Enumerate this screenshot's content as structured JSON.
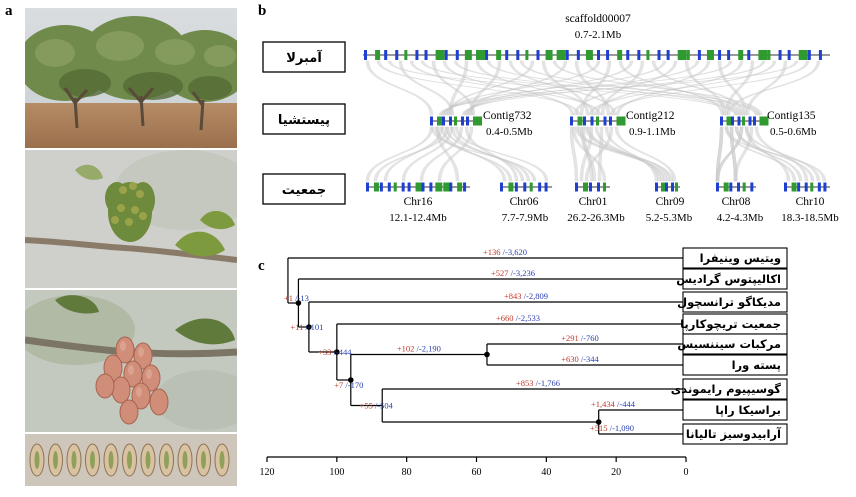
{
  "panel_a": {
    "letter": "a",
    "photos": [
      "orchard-trees",
      "flowering-branch",
      "nut-cluster",
      "dried-nuts"
    ]
  },
  "panel_b": {
    "letter": "b",
    "species_rows": [
      {
        "label": "آمبرلا"
      },
      {
        "label": "پیستشیا"
      },
      {
        "label": "جمعیت"
      }
    ],
    "top_block": {
      "name": "scaffold00007",
      "range": "0.7-2.1Mb"
    },
    "middle_blocks": [
      {
        "name": "Contig732",
        "range": "0.4-0.5Mb"
      },
      {
        "name": "Contig212",
        "range": "0.9-1.1Mb"
      },
      {
        "name": "Contig135",
        "range": "0.5-0.6Mb"
      }
    ],
    "bottom_blocks": [
      {
        "name": "Chr16",
        "range": "12.1-12.4Mb"
      },
      {
        "name": "Chr06",
        "range": "7.7-7.9Mb"
      },
      {
        "name": "Chr01",
        "range": "26.2-26.3Mb"
      },
      {
        "name": "Chr09",
        "range": "5.2-5.3Mb"
      },
      {
        "name": "Chr08",
        "range": "4.2-4.3Mb"
      },
      {
        "name": "Chr10",
        "range": "18.3-18.5Mb"
      }
    ],
    "colors": {
      "gene_blue": "#1f3fd1",
      "gene_green": "#2f9a2f",
      "link": "#cfcfcf"
    }
  },
  "panel_c": {
    "letter": "c",
    "leaves": [
      {
        "label": "ویتیس وینیفرا",
        "gain": "+136",
        "loss": "-3,620"
      },
      {
        "label": "اکالیپتوس گرادیس",
        "gain": "+527",
        "loss": "-3,236"
      },
      {
        "label": "مدیکاگو ترانسچول",
        "gain": "+843",
        "loss": "-2,809"
      },
      {
        "label": "جمعیت تریچوکارپا",
        "gain": "+660",
        "loss": "-2,533"
      },
      {
        "label": "مرکبات سیننسیس",
        "gain": "+291",
        "loss": "-760"
      },
      {
        "label": "پسته ورا",
        "gain": "+630",
        "loss": "-344"
      },
      {
        "label": "گوسیپیوم رایموندی",
        "gain": "+853",
        "loss": "-1,766"
      },
      {
        "label": "براسیکا راپا",
        "gain": "+1,434",
        "loss": "-444"
      },
      {
        "label": "آرابیدوسیز تالیانا",
        "gain": "+515",
        "loss": "-1,090"
      }
    ],
    "internal_nodes": [
      {
        "gain": "+1",
        "loss": "-13"
      },
      {
        "gain": "+11",
        "loss": "-101"
      },
      {
        "gain": "+33",
        "loss": "-444"
      },
      {
        "gain": "+102",
        "loss": "-2,190"
      },
      {
        "gain": "+7",
        "loss": "-170"
      },
      {
        "gain": "+55",
        "loss": "-504"
      }
    ],
    "axis_ticks": [
      "120",
      "100",
      "80",
      "60",
      "40",
      "20",
      "0"
    ],
    "colors": {
      "gain": "#c0392b",
      "loss": "#2b3fae"
    }
  }
}
